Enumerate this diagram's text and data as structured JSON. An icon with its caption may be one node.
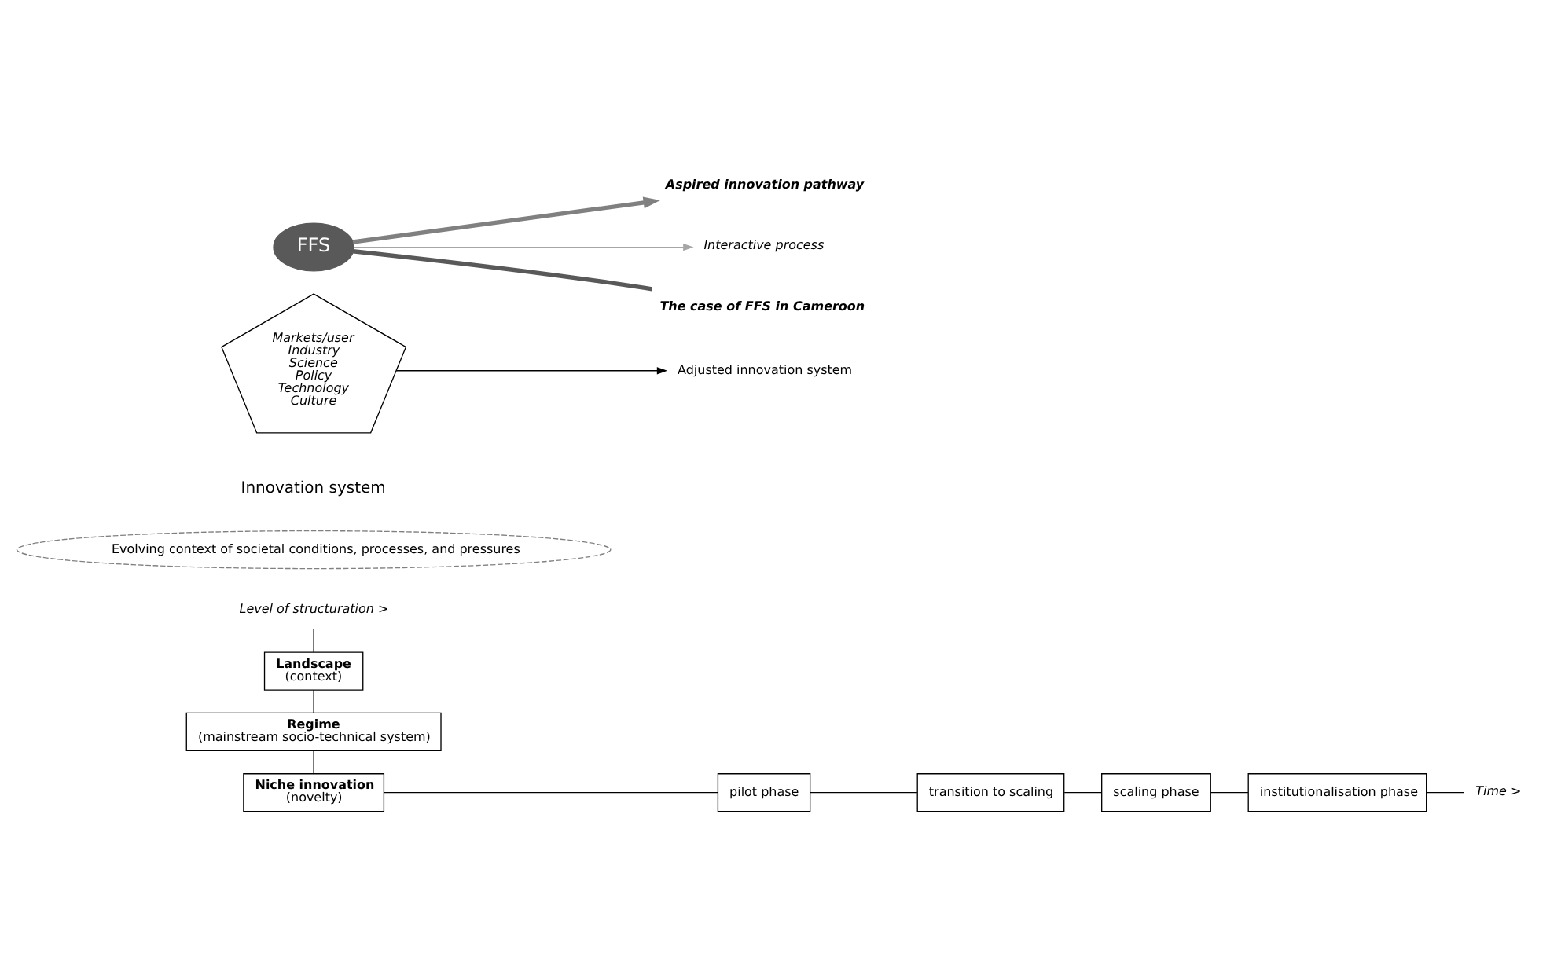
{
  "diagram": {
    "nodes": [
      {
        "text": [
          "Level of structuration >"
        ]
      },
      {
        "text": [
          "Landscape",
          "(context)"
        ]
      },
      {
        "text": [
          "Regime",
          "(mainstream socio-technical system)"
        ]
      },
      {
        "text": [
          "Niche innovation",
          "(novelty)"
        ]
      },
      {
        "text": [
          "Evolving context of societal conditions, processes, and pressures"
        ]
      },
      {
        "text": [
          "Markets/user",
          "Industry",
          "Science",
          "Policy",
          "Technology",
          "Culture"
        ]
      },
      {
        "text": [
          "Adjusted innovation system"
        ]
      },
      {
        "text": [
          "Aspired innovation pathway"
        ]
      },
      {
        "text": [
          "FFS"
        ]
      },
      {
        "text": [
          "Interactive process"
        ]
      },
      {
        "text": [
          "The case of FFS in Cameroon"
        ]
      },
      {
        "text": [
          "pilot phase"
        ]
      },
      {
        "text": [
          "transition to scaling"
        ]
      },
      {
        "text": [
          "scaling phase"
        ]
      },
      {
        "text": [
          "institutionalisation phase"
        ]
      },
      {
        "text": [
          "Time >"
        ]
      }
    ],
    "edges": [
      {
        "from": 0,
        "to": 1,
        "arrow": "none"
      },
      {
        "from": 1,
        "to": 2,
        "arrow": "none"
      },
      {
        "from": 2,
        "to": 3,
        "arrow": "none"
      },
      {
        "from": 3,
        "to": 11,
        "arrow": "none"
      },
      {
        "from": 11,
        "to": 12,
        "arrow": "none"
      },
      {
        "from": 12,
        "to": 13,
        "arrow": "none"
      },
      {
        "from": 13,
        "to": 14,
        "arrow": "none"
      },
      {
        "from": 14,
        "to": 15,
        "arrow": "none"
      },
      {
        "from": 5,
        "to": 6,
        "arrow": "to"
      },
      {
        "from": 8,
        "to": 7,
        "arrow": "to",
        "style": "thick",
        "color": "#808080"
      },
      {
        "from": 8,
        "to": 9,
        "arrow": "to",
        "color": "#a6a6a6"
      },
      {
        "from": 8,
        "to": 10,
        "arrow": "none",
        "style": "thick",
        "color": "#595959"
      }
    ],
    "labels": [
      "Innovation system"
    ]
  }
}
